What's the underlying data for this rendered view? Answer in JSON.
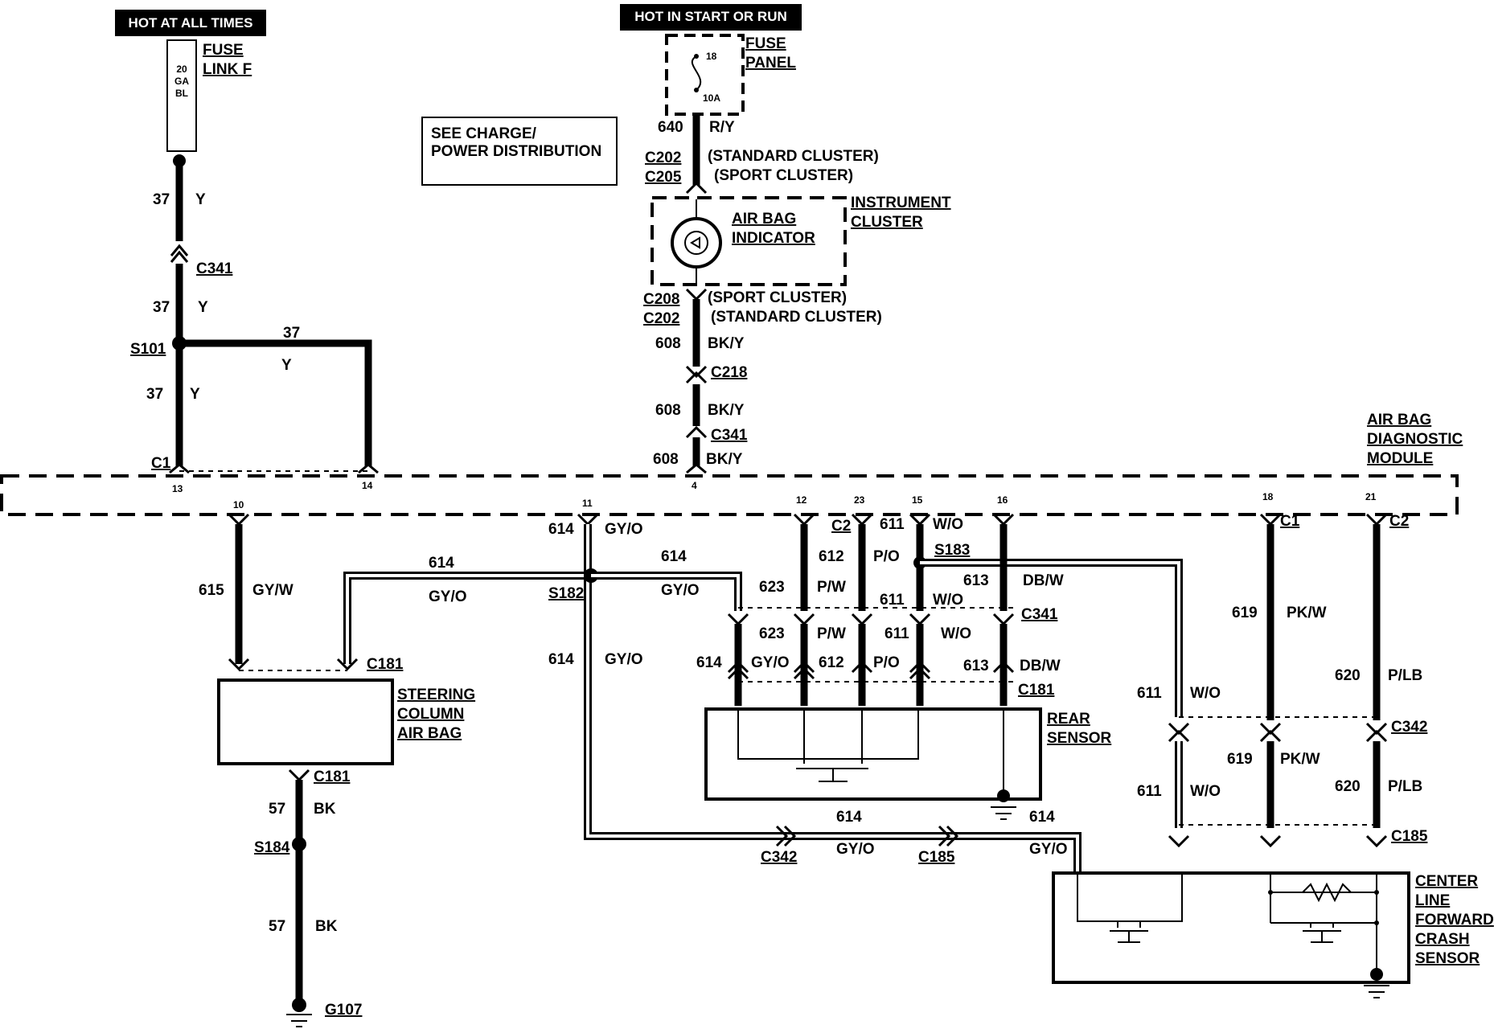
{
  "power": {
    "hot_at_all_times": "HOT AT ALL TIMES",
    "hot_in_start_or_run": "HOT IN START OR RUN"
  },
  "fuse_link": {
    "label_line1": "FUSE",
    "label_line2": "LINK F",
    "gauge": [
      "20",
      "GA",
      "BL"
    ]
  },
  "fuse_panel": {
    "label_line1": "FUSE",
    "label_line2": "PANEL",
    "fuse_no": "18",
    "rating": "10A"
  },
  "note": {
    "line1": "SEE CHARGE/",
    "line2": "POWER DISTRIBUTION"
  },
  "instrument_cluster": {
    "label_line1": "INSTRUMENT",
    "label_line2": "CLUSTER",
    "indicator_line1": "AIR BAG",
    "indicator_line2": "INDICATOR",
    "c202": "C202",
    "c205": "C205",
    "c208": "C208",
    "standard_cluster": "(STANDARD CLUSTER)",
    "sport_cluster": "(SPORT CLUSTER)"
  },
  "module": {
    "line1": "AIR BAG",
    "line2": "DIAGNOSTIC",
    "line3": "MODULE"
  },
  "steering_air_bag": {
    "line1": "STEERING",
    "line2": "COLUMN",
    "line3": "AIR BAG"
  },
  "rear_sensor": {
    "line1": "REAR",
    "line2": "SENSOR"
  },
  "forward_sensor": {
    "line1": "CENTER",
    "line2": "LINE",
    "line3": "FORWARD",
    "line4": "CRASH",
    "line5": "SENSOR"
  },
  "circuits": {
    "c37": "37",
    "y": "Y",
    "c640": "640",
    "ry": "R/Y",
    "c608": "608",
    "bky": "BK/Y",
    "c614": "614",
    "gyo": "GY/O",
    "c615": "615",
    "gyw": "GY/W",
    "c623": "623",
    "pw": "P/W",
    "c612": "612",
    "po": "P/O",
    "c611": "611",
    "wo": "W/O",
    "c613": "613",
    "dbw": "DB/W",
    "c619": "619",
    "pkw": "PK/W",
    "c620": "620",
    "plb": "P/LB",
    "c57": "57",
    "bk": "BK"
  },
  "connectors": {
    "c341": "C341",
    "c1": "C1",
    "c2": "C2",
    "c218": "C218",
    "c181": "C181",
    "c342": "C342",
    "c185": "C185",
    "s101": "S101",
    "s182": "S182",
    "s183": "S183",
    "s184": "S184",
    "g107": "G107"
  },
  "pins": {
    "p13": "13",
    "p14": "14",
    "p4": "4",
    "p10": "10",
    "p11": "11",
    "p12": "12",
    "p23": "23",
    "p15": "15",
    "p16": "16",
    "p18": "18",
    "p21": "21"
  }
}
